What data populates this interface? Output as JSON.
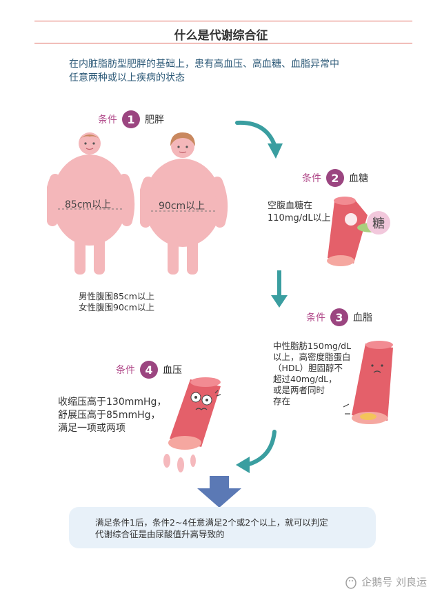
{
  "title": "什么是代谢综合征",
  "intro": [
    "在内脏脂肪型肥胖的基础上，患有高血压、高血糖、血脂异常中",
    "任意两种或以上疾病的状态"
  ],
  "conditions": [
    {
      "label": "条件",
      "number": "1",
      "name": "肥胖"
    },
    {
      "label": "条件",
      "number": "2",
      "name": "血糖"
    },
    {
      "label": "条件",
      "number": "3",
      "name": "血脂"
    },
    {
      "label": "条件",
      "number": "4",
      "name": "血压"
    }
  ],
  "obesity": {
    "male_waist": "85cm以上",
    "female_waist": "90cm以上",
    "note": [
      "男性腹围85cm以上",
      "女性腹围90cm以上"
    ]
  },
  "blood_sugar": {
    "text": [
      "空腹血糖在",
      "110mg/dL以上"
    ],
    "badge": "糖"
  },
  "blood_lipid": {
    "text": [
      "中性脂肪150mg/dL",
      "以上，高密度脂蛋白",
      "（HDL）胆固醇不",
      "超过40mg/dL，",
      "或是两者同时",
      "存在"
    ]
  },
  "blood_pressure": {
    "text": [
      "收缩压高于130mmHg，",
      "舒展压高于85mmHg，",
      "满足一项或两项"
    ]
  },
  "conclusion": [
    "满足条件1后，条件2~4任意满足2个或2个以上，就可以判定",
    "代谢综合征是由尿酸值升高导致的"
  ],
  "watermark": "企鹅号 刘良运",
  "colors": {
    "rule": "#e0655a",
    "accent": "#9b4580",
    "arrow": "#3a9ea0",
    "body": "#f4b7ba",
    "vessel": "#e4606a",
    "down_arrow": "#5b79b5",
    "intro": "#2d5a78"
  }
}
